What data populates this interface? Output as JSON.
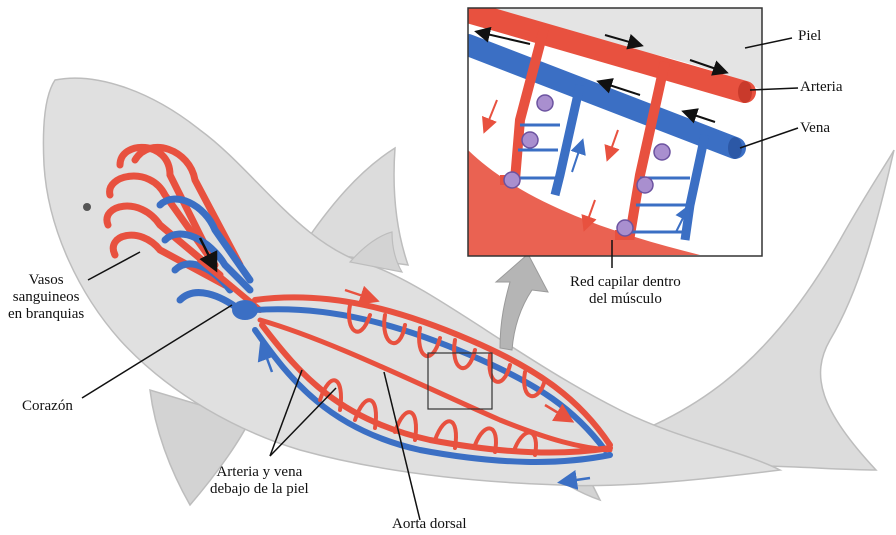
{
  "labels": {
    "gills": [
      "Vasos",
      "sanguineos",
      "en branquias"
    ],
    "heart": "Corazón",
    "skin_vessels": [
      "Arteria y vena",
      "debajo de la piel"
    ],
    "dorsal_aorta": "Aorta dorsal",
    "capillary": [
      "Red capilar dentro",
      "del músculo"
    ],
    "skin": "Piel",
    "artery": "Arteria",
    "vein": "Vena"
  },
  "colors": {
    "artery": "#e8513f",
    "vein": "#3b6fc4",
    "body": "#dcdcdc",
    "muscle": "#ebebeb",
    "capillary": "#a98fcf"
  }
}
